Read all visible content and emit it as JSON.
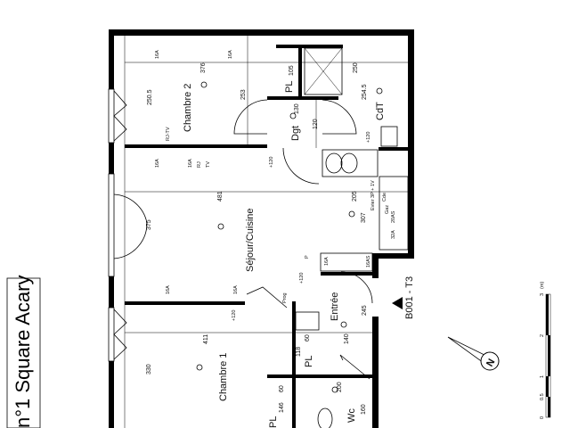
{
  "title": "n°1 Square Acary",
  "unit_label": "B001 - T3",
  "rooms": {
    "chambre2": "Chambre 2",
    "sejour": "Séjour/Cuisine",
    "chambre1": "Chambre 1",
    "dgt": "Dgt",
    "cdt": "CdT",
    "entree": "Entrée",
    "wc": "Wc",
    "pl1": "PL",
    "pl2": "PL",
    "pl3": "PL"
  },
  "dimensions": {
    "d376": "376",
    "d2505": "250.5",
    "d253": "253",
    "d130": "130",
    "d120": "120",
    "d250": "250",
    "d2545": "254.5",
    "d105": "105",
    "d481": "481",
    "d375": "375",
    "d205": "205",
    "d307": "307",
    "d245": "245",
    "d411": "411",
    "d330": "330",
    "d140": "140",
    "d118": "118",
    "d60a": "60",
    "d200": "200",
    "d160": "160",
    "d146": "146",
    "d60b": "60"
  },
  "electrical": {
    "a16": "16A",
    "p120": "+120",
    "rj": "RJ",
    "tv": "TV",
    "rjtv": "RJ-TV",
    "prog": "Prog",
    "evier": "Evier 3P + 1V",
    "gaz": "Gaz",
    "a16s": "16AS",
    "a20s": "20AS",
    "a32": "32A",
    "cde": "Cde",
    "p": "P"
  },
  "scale": {
    "ticks": [
      "0",
      "0.5",
      "1",
      "2",
      "3"
    ],
    "unit": "(m)"
  },
  "north_label": "N"
}
